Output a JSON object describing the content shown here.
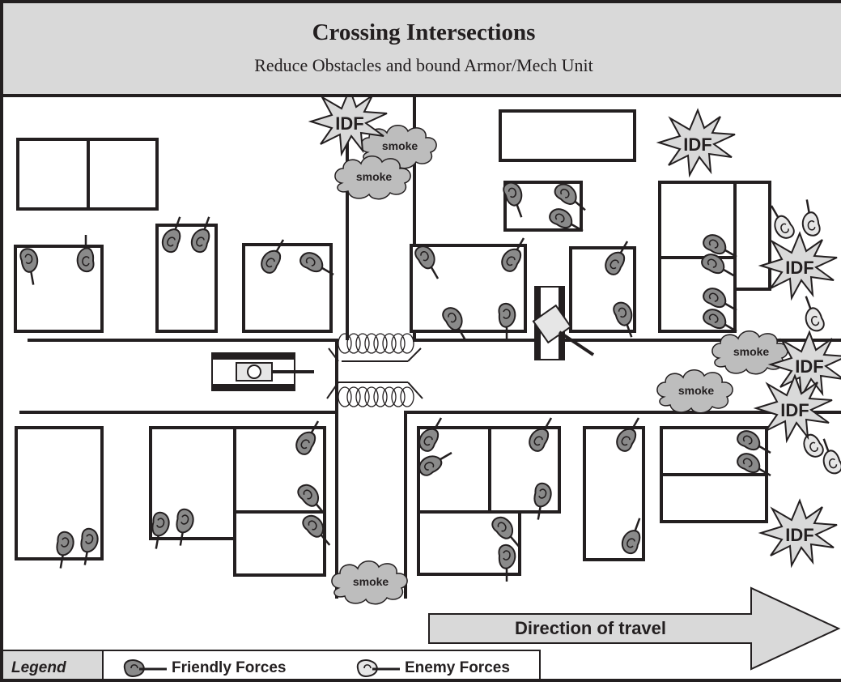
{
  "header": {
    "title": "Crossing Intersections",
    "subtitle": "Reduce Obstacles and bound Armor/Mech Unit"
  },
  "map": {
    "idf_label": "IDF",
    "smoke_label": "smoke",
    "idf_count": 6,
    "smoke_count": 5,
    "obstacle": "concertina-wire",
    "vehicles": [
      "tank",
      "mech-vehicle"
    ]
  },
  "arrow": {
    "label": "Direction of travel"
  },
  "legend": {
    "title": "Legend",
    "friendly_label": "Friendly Forces",
    "enemy_label": "Enemy Forces"
  },
  "colors": {
    "header_bg": "#d9d9d9",
    "friendly_fill": "#8a8a8a",
    "enemy_fill": "#e6e6e6",
    "smoke_fill": "#bdbdbd",
    "line": "#231f20"
  },
  "icons": [
    "soldier-friendly-icon",
    "soldier-enemy-icon",
    "idf-burst-icon",
    "smoke-cloud-icon",
    "tank-icon",
    "mech-vehicle-icon",
    "concertina-wire-icon",
    "direction-arrow-icon"
  ]
}
